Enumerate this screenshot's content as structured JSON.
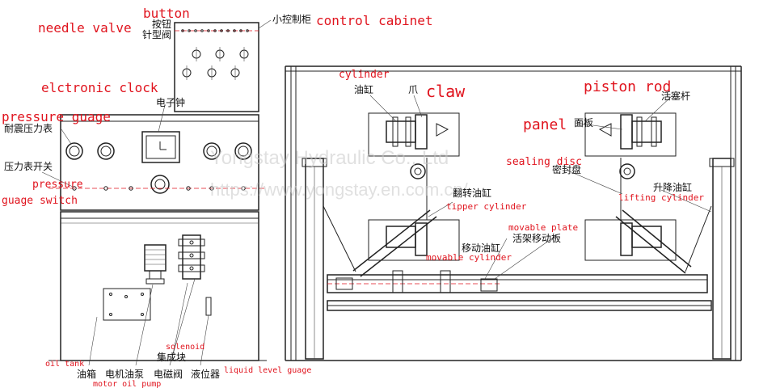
{
  "labels_en": {
    "button": "button",
    "needle_valve": "needle valve",
    "control_cabinet": "control cabinet",
    "electronic_clock": "elctronic clock",
    "pressure_gauge": "pressure guage",
    "pressure_gauge_switch_1": "pressure",
    "pressure_gauge_switch_2": "guage switch",
    "oil_tank": "oil tank",
    "motor_oil_pump": "motor oil pump",
    "solenoid": "solenoid",
    "liquid_level_gauge": "liquid level guage",
    "cylinder": "cylinder",
    "claw": "claw",
    "piston_rod": "piston rod",
    "panel": "panel",
    "sealing_disc": "sealing disc",
    "lifting_cylinder": "lifting cylinder",
    "tipper_cylinder": "tipper cylinder",
    "movable_plate": "movable plate",
    "movable_cylinder": "movable cylinder"
  },
  "labels_cn": {
    "button": "按钮",
    "needle_valve": "针型阀",
    "control_cabinet": "小控制柜",
    "electronic_clock": "电子钟",
    "pressure_gauge": "耐震压力表",
    "pressure_gauge_switch": "压力表开关",
    "oil_tank": "油箱",
    "motor_oil_pump": "电机油泵",
    "solenoid_valve": "电磁阀",
    "manifold": "集成块",
    "liquid_level_gauge": "液位器",
    "cylinder": "油缸",
    "claw": "爪",
    "piston_rod": "活塞杆",
    "panel": "面板",
    "sealing_disc": "密封盘",
    "lifting_cylinder": "升降油缸",
    "tipper_cylinder": "翻转油缸",
    "movable_cylinder": "移动油缸",
    "movable_plate": "活架移动板"
  },
  "watermark": {
    "line1": "Yongstay Hydraulic Co., Ltd",
    "line2": "https://www.yongstay.en.com.cn/"
  },
  "colors": {
    "label_red": "#e0141e",
    "line": "#222222"
  }
}
